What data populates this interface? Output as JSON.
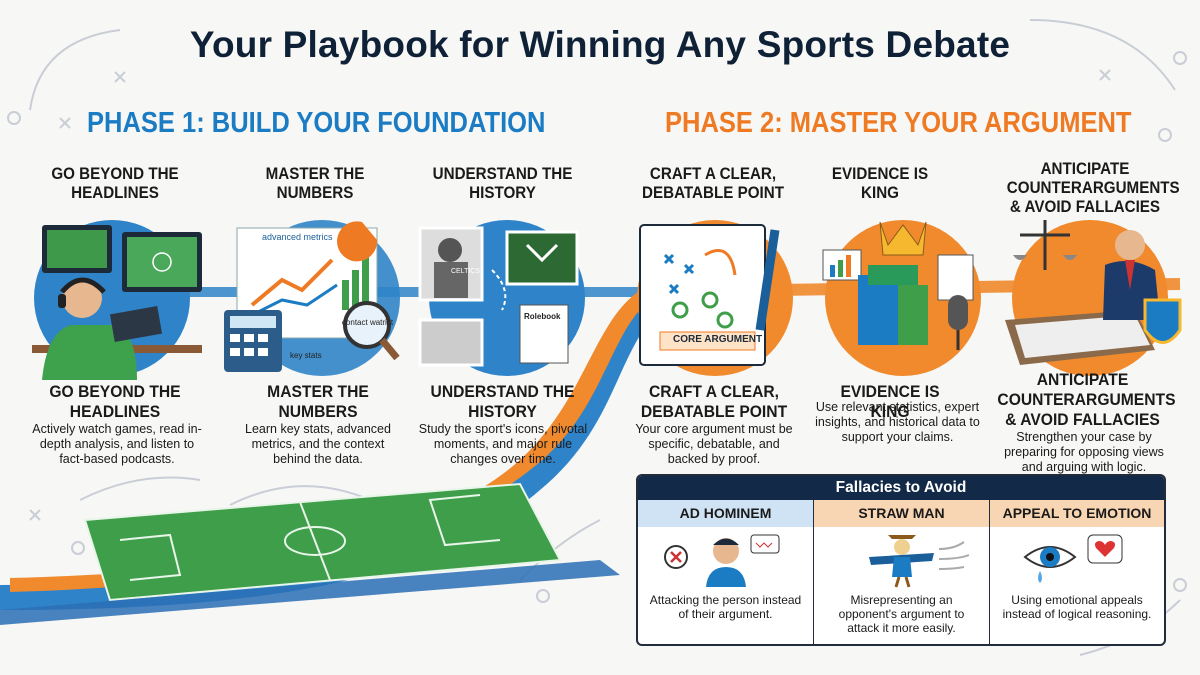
{
  "title": "Your Playbook for Winning Any Sports Debate",
  "colors": {
    "navy": "#0f2137",
    "blue": "#1b7cc4",
    "orange": "#ef7a24",
    "green": "#3f9e4a"
  },
  "phase1": {
    "heading": "PHASE 1: BUILD YOUR FOUNDATION",
    "steps": [
      {
        "title": "GO BEYOND THE HEADLINES",
        "subtitle": "GO BEYOND THE HEADLINES",
        "description": "Actively watch games, read in-depth analysis, and listen to fact-based podcasts."
      },
      {
        "title": "MASTER THE NUMBERS",
        "subtitle": "MASTER THE NUMBERS",
        "description": "Learn key stats, advanced metrics, and the context behind the data.",
        "labels": {
          "advanced": "advanced metrics",
          "key": "key stats",
          "contact": "contact watrict"
        }
      },
      {
        "title": "UNDERSTAND THE HISTORY",
        "subtitle": "UNDERSTAND THE HISTORY",
        "description": "Study the sport's icons, pivotal moments, and major rule changes over time.",
        "labels": {
          "rulebook": "Rolebook",
          "jersey": "CELTICS"
        }
      }
    ]
  },
  "phase2": {
    "heading": "PHASE 2: MASTER YOUR ARGUMENT",
    "steps": [
      {
        "title": "CRAFT A CLEAR, DEBATABLE POINT",
        "subtitle": "CRAFT A CLEAR, DEBATABLE POINT",
        "description": "Your core argument must be specific, debatable, and backed by proof.",
        "labels": {
          "core": "CORE ARGUMENT"
        }
      },
      {
        "title": "EVIDENCE IS KING",
        "subtitle": "EVIDENCE IS KING",
        "description": "Use relevant statistics, expert insights, and historical data to support your claims."
      },
      {
        "title": "ANTICIPATE COUNTERARGUMENTS & AVOID FALLACIES",
        "subtitle": "ANTICIPATE COUNTERARGUMENTS & AVOID FALLACIES",
        "description": "Strengthen your case by preparing for opposing views and arguing with logic."
      }
    ]
  },
  "fallacies": {
    "heading": "Fallacies to Avoid",
    "items": [
      {
        "name": "AD HOMINEM",
        "description": "Attacking the person instead of their argument."
      },
      {
        "name": "STRAW MAN",
        "description": "Misrepresenting an opponent's argument to attack it more easily."
      },
      {
        "name": "APPEAL TO EMOTION",
        "description": "Using emotional appeals instead of logical reasoning."
      }
    ]
  },
  "icons": [
    "headphones-viewer-icon",
    "metrics-report-icon",
    "history-collage-icon",
    "playbook-clipboard-icon",
    "evidence-crown-icon",
    "chess-scales-icon",
    "angry-man-icon",
    "scarecrow-icon",
    "eye-heart-icon"
  ]
}
